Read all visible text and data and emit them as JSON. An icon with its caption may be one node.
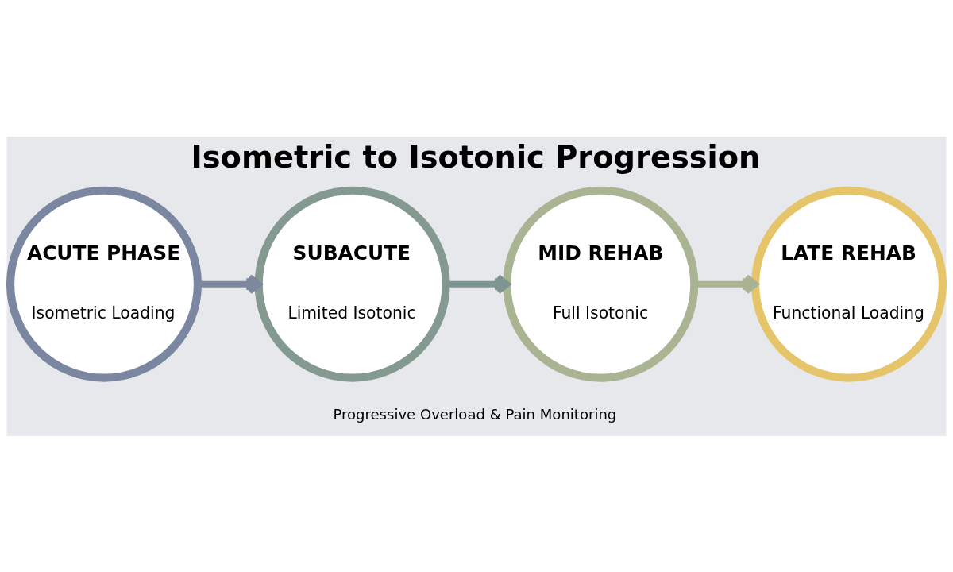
{
  "diagram": {
    "title": "Isometric to Isotonic Progression",
    "nodes": [
      {
        "text": [
          "ACUTE PHASE",
          "Isometric Loading"
        ]
      },
      {
        "text": [
          "SUBACUTE",
          "Limited Isotonic"
        ]
      },
      {
        "text": [
          "MID REHAB",
          "Full Isotonic"
        ]
      },
      {
        "text": [
          "LATE REHAB",
          "Functional Loading"
        ]
      }
    ],
    "edges": [
      {
        "from": 0,
        "to": 1,
        "arrow": "to",
        "color": "#7d889f"
      },
      {
        "from": 1,
        "to": 2,
        "arrow": "to",
        "color": "#7f9590"
      },
      {
        "from": 2,
        "to": 3,
        "arrow": "to",
        "color": "#a9b392"
      }
    ],
    "labels": [
      "Progressive Overload & Pain Monitoring"
    ]
  }
}
